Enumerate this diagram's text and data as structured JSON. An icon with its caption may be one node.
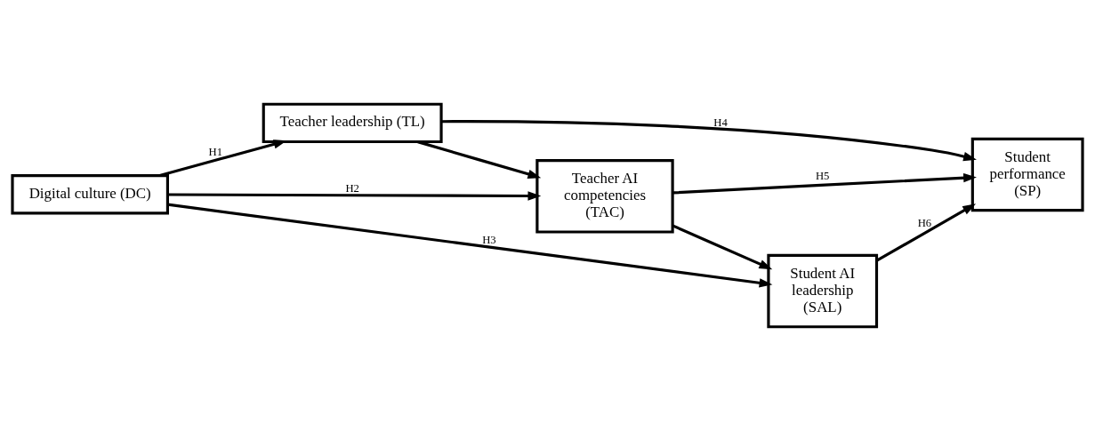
{
  "diagram": {
    "nodes": [
      {
        "text": [
          "Digital culture (DC)"
        ]
      },
      {
        "text": [
          "Teacher leadership (TL)"
        ]
      },
      {
        "text": [
          "Teacher AI competencies (TAC)"
        ]
      },
      {
        "text": [
          "Student performance (SP)"
        ]
      },
      {
        "text": [
          "Student AI leadership (SAL)"
        ]
      }
    ],
    "edges": [
      {
        "from": 0,
        "to": 1,
        "arrow": "to",
        "label": "H1"
      },
      {
        "from": 0,
        "to": 2,
        "arrow": "to",
        "label": "H2"
      },
      {
        "from": 0,
        "to": 4,
        "arrow": "to",
        "label": "H3"
      },
      {
        "from": 1,
        "to": 3,
        "arrow": "to",
        "label": "H4"
      },
      {
        "from": 2,
        "to": 3,
        "arrow": "to",
        "label": "H5"
      },
      {
        "from": 4,
        "to": 3,
        "arrow": "to",
        "label": "H6"
      },
      {
        "from": 1,
        "to": 2,
        "arrow": "to"
      },
      {
        "from": 2,
        "to": 4,
        "arrow": "to"
      }
    ]
  }
}
